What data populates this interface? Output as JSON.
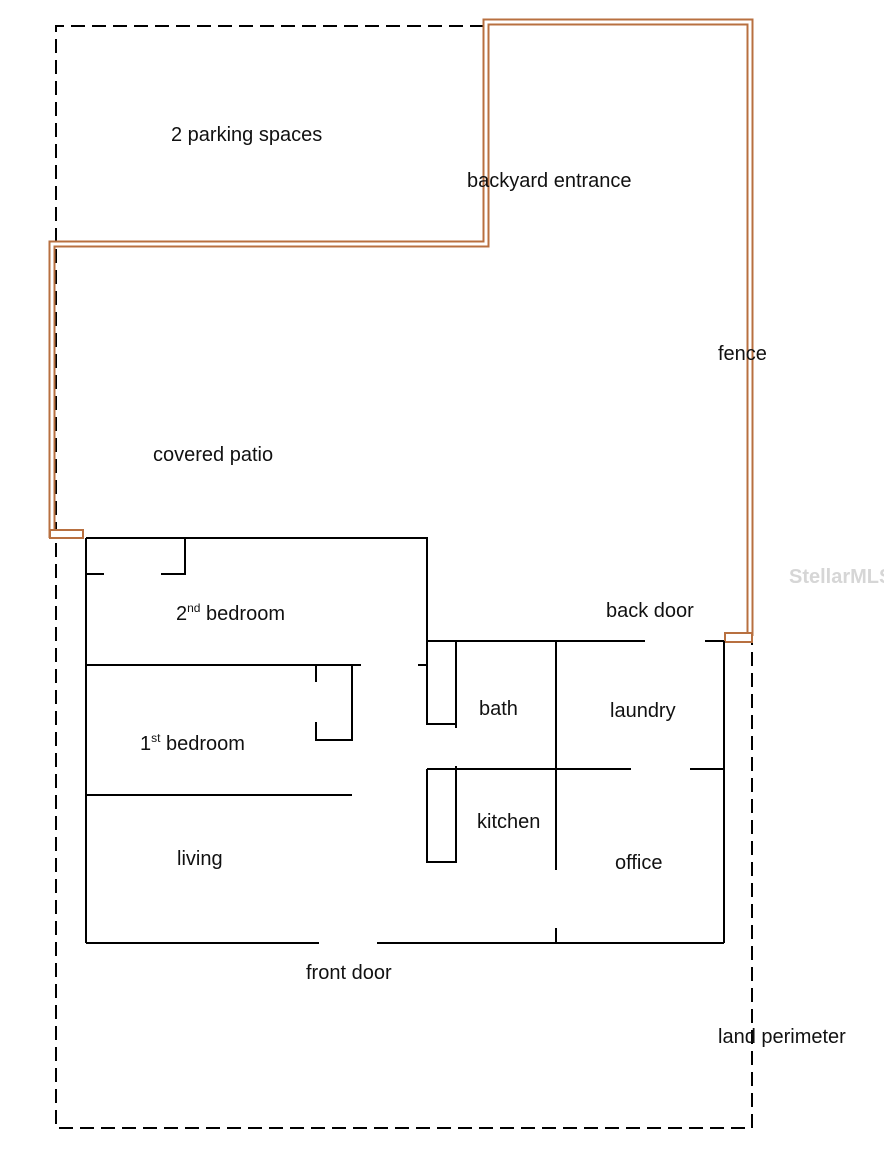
{
  "colors": {
    "fence": "#b87040",
    "walls": "#000000",
    "perimeter": "#000000",
    "background": "#ffffff"
  },
  "labels": {
    "parking": "2 parking spaces",
    "backyard_entrance": "backyard entrance",
    "fence": "fence",
    "covered_patio": "covered patio",
    "bedroom2_num": "2",
    "bedroom2_sup": "nd",
    "bedroom2_text": " bedroom",
    "back_door": "back door",
    "bath": "bath",
    "laundry": "laundry",
    "bedroom1_num": "1",
    "bedroom1_sup": "st",
    "bedroom1_text": " bedroom",
    "kitchen": "kitchen",
    "living": "living",
    "office": "office",
    "front_door": "front door",
    "land_perimeter": "land perimeter"
  },
  "watermark": "StellarMLS"
}
